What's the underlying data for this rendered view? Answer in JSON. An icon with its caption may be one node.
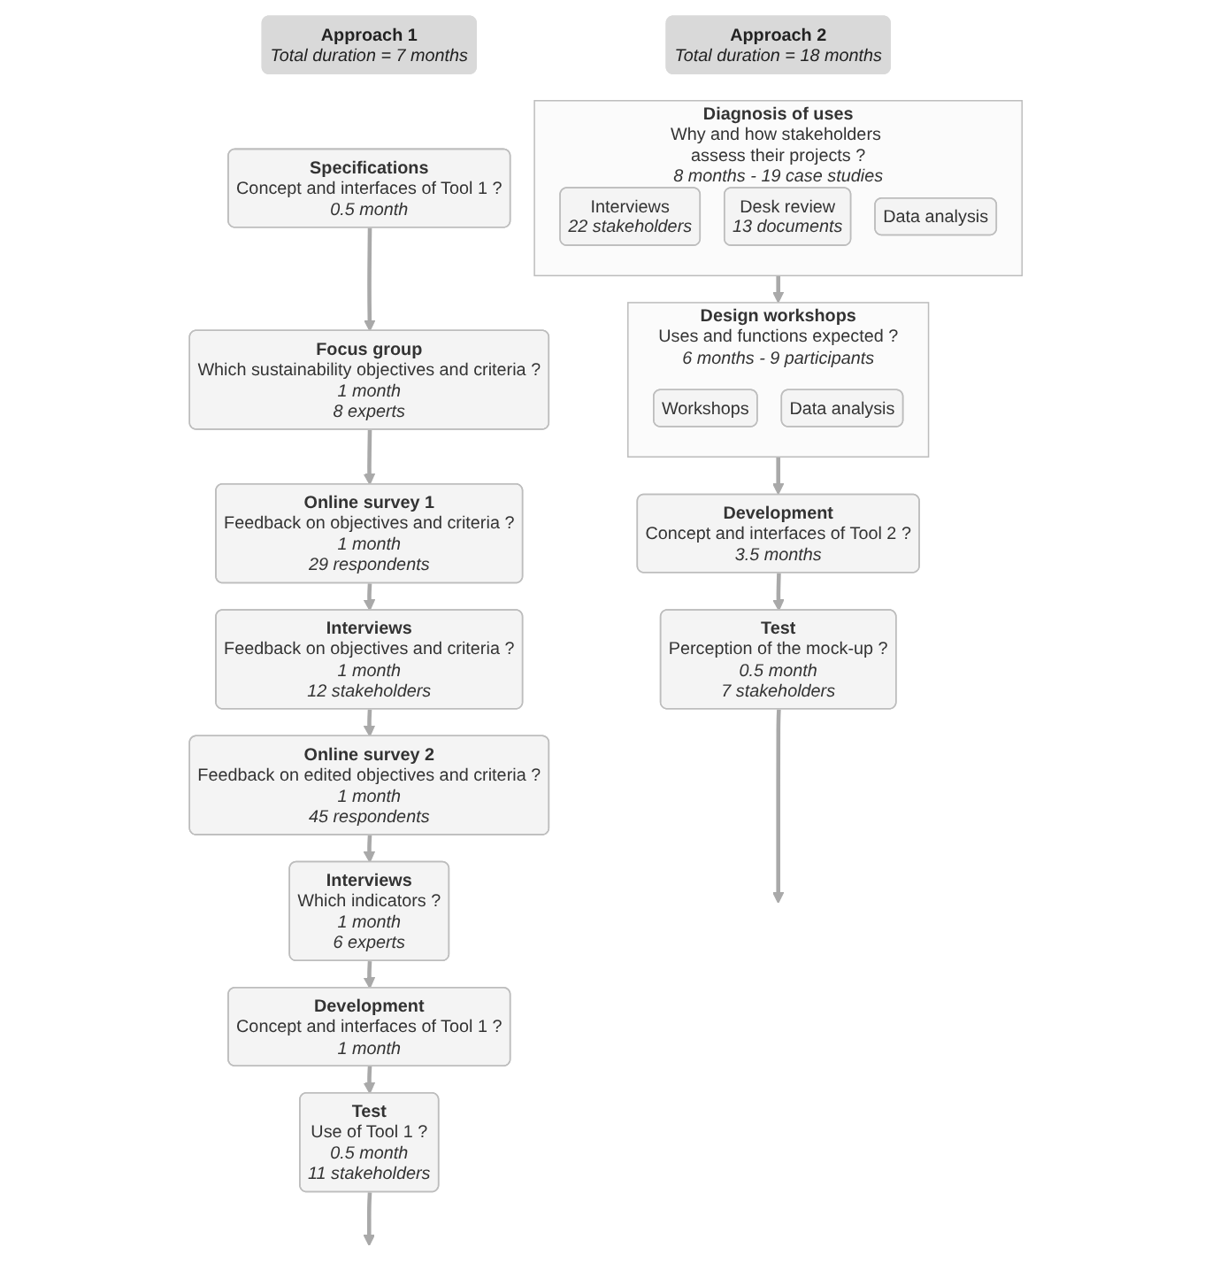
{
  "diagram": {
    "nodes": [
      {
        "text": [
          "Approach 1",
          "Total duration = 7 months"
        ]
      },
      {
        "text": [
          "Specifications",
          "Concept and interfaces of Tool 1 ?",
          "0.5 month"
        ]
      },
      {
        "text": [
          "Focus group",
          "Which sustainability objectives and criteria ?",
          "1 month",
          "8 experts"
        ]
      },
      {
        "text": [
          "Online survey 1",
          "Feedback on objectives and criteria ?",
          "1 month",
          "29 respondents"
        ]
      },
      {
        "text": [
          "Interviews",
          "Feedback on objectives and criteria ?",
          "1 month",
          "12 stakeholders"
        ]
      },
      {
        "text": [
          "Online survey 2",
          "Feedback on edited objectives and criteria ?",
          "1 month",
          "45 respondents"
        ]
      },
      {
        "text": [
          "Interviews",
          "Which indicators ?",
          "1 month",
          "6 experts"
        ]
      },
      {
        "text": [
          "Development",
          "Concept and interfaces of Tool 1 ?",
          "1 month"
        ]
      },
      {
        "text": [
          "Test",
          "Use of Tool 1 ?",
          "0.5 month",
          "11 stakeholders"
        ]
      },
      {
        "text": [
          "Approach 2",
          "Total duration = 18 months"
        ]
      },
      {
        "text": [
          "Diagnosis of uses",
          "Why and how stakeholders assess their projects ?",
          "8 months - 19 case studies"
        ]
      },
      {
        "text": [
          "Interviews",
          "22 stakeholders"
        ],
        "in": 10
      },
      {
        "text": [
          "Desk review",
          "13 documents"
        ],
        "in": 10
      },
      {
        "text": [
          "Data analysis"
        ],
        "in": 10
      },
      {
        "text": [
          "Design workshops",
          "Uses and functions expected ?",
          "6 months - 9 participants"
        ]
      },
      {
        "text": [
          "Workshops"
        ],
        "in": 14
      },
      {
        "text": [
          "Data analysis"
        ],
        "in": 14
      },
      {
        "text": [
          "Development",
          "Concept and interfaces of Tool 2 ?",
          "3.5 months"
        ]
      },
      {
        "text": [
          "Test",
          "Perception of the mock-up ?",
          "0.5 month",
          "7 stakeholders"
        ]
      }
    ],
    "edges": [
      {
        "from": 1,
        "to": 2,
        "arrow": "to"
      },
      {
        "from": 2,
        "to": 3,
        "arrow": "to"
      },
      {
        "from": 3,
        "to": 4,
        "arrow": "to"
      },
      {
        "from": 4,
        "to": 5,
        "arrow": "to"
      },
      {
        "from": 5,
        "to": 6,
        "arrow": "to"
      },
      {
        "from": 6,
        "to": 7,
        "arrow": "to"
      },
      {
        "from": 7,
        "to": 8,
        "arrow": "to"
      },
      {
        "from": 8,
        "to": null,
        "arrow": "to"
      },
      {
        "from": 10,
        "to": 14,
        "arrow": "to"
      },
      {
        "from": 14,
        "to": 17,
        "arrow": "to"
      },
      {
        "from": 17,
        "to": 18,
        "arrow": "to"
      },
      {
        "from": 18,
        "to": null,
        "arrow": "to"
      }
    ]
  }
}
